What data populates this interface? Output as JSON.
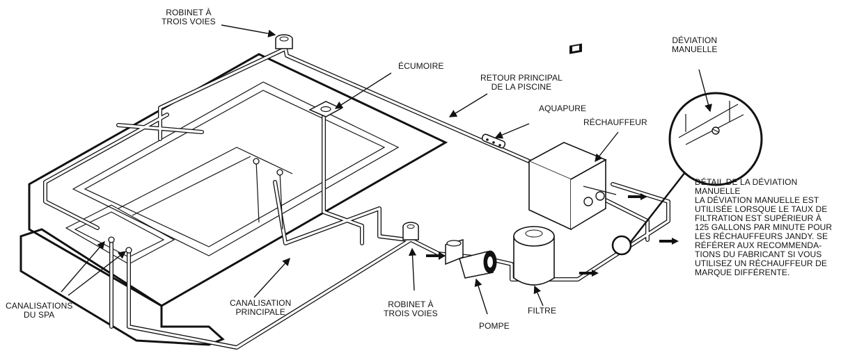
{
  "labels": {
    "valve_top": [
      "ROBINET À",
      "TROIS VOIES"
    ],
    "skimmer": "ÉCUMOIRE",
    "main_return": [
      "RETOUR PRINCIPAL",
      "DE LA PISCINE"
    ],
    "aquapure": "AQUAPURE",
    "heater": "RÉCHAUFFEUR",
    "manual_bypass": [
      "DÉVIATION",
      "MANUELLE"
    ],
    "spa_lines": [
      "CANALISATIONS",
      "DU SPA"
    ],
    "main_line": [
      "CANALISATION",
      "PRINCIPALE"
    ],
    "valve_bottom": [
      "ROBINET À",
      "TROIS VOIES"
    ],
    "pump": "POMPE",
    "filter": "FILTRE"
  },
  "detail_note": {
    "title": [
      "DÉTAIL DE LA DÉVIATION",
      "MANUELLE"
    ],
    "body": [
      "LA DÉVIATION MANUELLE EST",
      "UTILISÉE LORSQUE LE TAUX DE",
      "FILTRATION EST SUPÉRIEUR À",
      "125 GALLONS PAR MINUTE POUR",
      "LES RÉCHAUFFEURS JANDY.  SE",
      "RÉFÉRER AUX RECOMMENDA-",
      "TIONS DU FABRICANT SI VOUS",
      "UTILISEZ UN RÉCHAUFFEUR DE",
      "MARQUE DIFFÉRENTE."
    ]
  },
  "icons": {
    "flow_arrows": "flow-arrow-icon",
    "valve": "three-way-valve-icon",
    "pump": "pump-icon",
    "filter": "filter-tank-icon",
    "heater": "heater-icon"
  }
}
